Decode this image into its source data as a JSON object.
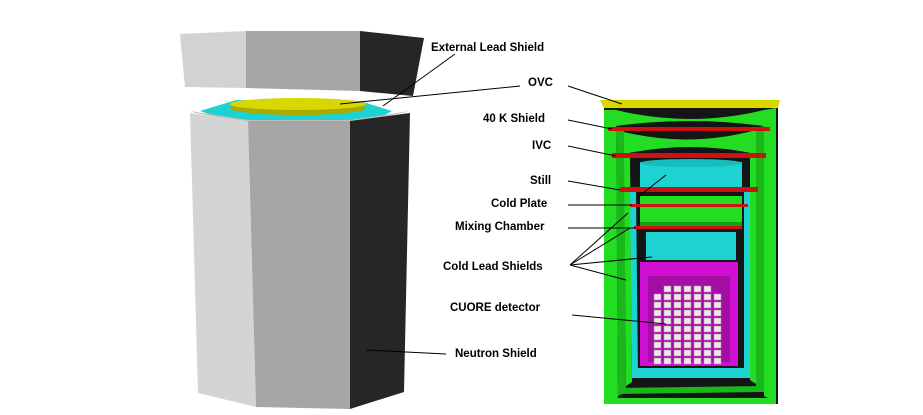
{
  "labels": {
    "external_lead_shield": "External Lead Shield",
    "ovc": "OVC",
    "k40_shield": "40 K Shield",
    "ivc": "IVC",
    "still": "Still",
    "cold_plate": "Cold Plate",
    "mixing_chamber": "Mixing Chamber",
    "cold_lead_shields": "Cold Lead Shields",
    "cuore_detector": "CUORE detector",
    "neutron_shield": "Neutron Shield"
  },
  "colors": {
    "shield_light": "#d4d4d4",
    "shield_mid": "#a6a6a6",
    "shield_dark": "#262626",
    "lead_yellow": "#d8d800",
    "cyan": "#1fd2d2",
    "green": "#22dd22",
    "red": "#cc1111",
    "magenta": "#d010d0",
    "crystal": "#efe4ea"
  }
}
